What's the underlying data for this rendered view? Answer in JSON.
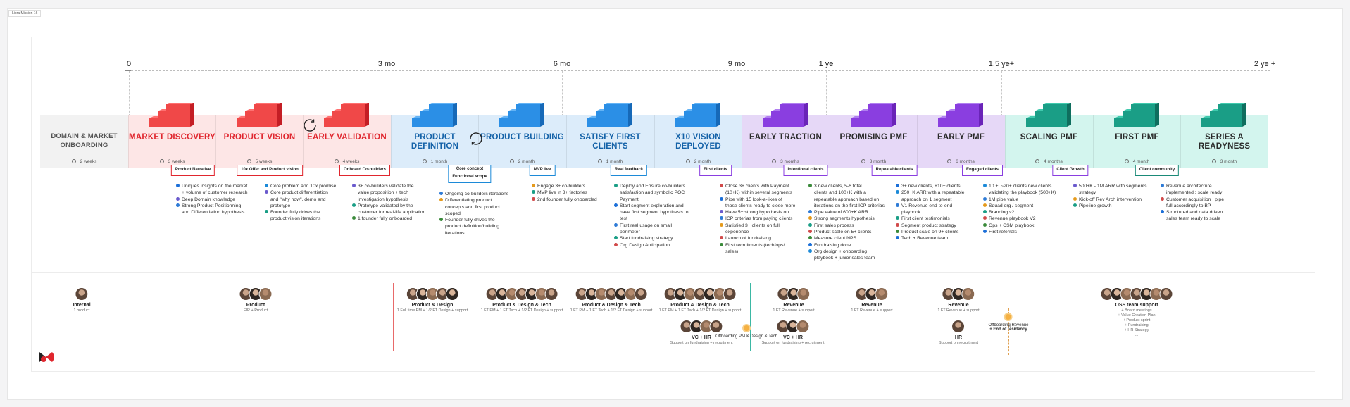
{
  "frame_label": "Libra Mission 16",
  "timeline": {
    "ticks": [
      "0",
      "3 mo",
      "6 mo",
      "9 mo",
      "1 ye",
      "1.5 ye+",
      "2 ye +"
    ]
  },
  "phases": [
    {
      "title": "DOMAIN & MARKET ONBOARDING",
      "duration": "2 weeks",
      "color": "#777777",
      "bg": "#f2f2f2",
      "stairs": false
    },
    {
      "title": "MARKET DISCOVERY",
      "duration": "3 weeks",
      "color": "#e0262e",
      "bg": "#fde6e6",
      "stairs": true
    },
    {
      "title": "PRODUCT VISION",
      "duration": "5 weeks",
      "color": "#e0262e",
      "bg": "#fde6e6",
      "stairs": true
    },
    {
      "title": "EARLY VALIDATION",
      "duration": "4 weeks",
      "color": "#e0262e",
      "bg": "#fde6e6",
      "stairs": true
    },
    {
      "title": "PRODUCT DEFINITION",
      "duration": "1 month",
      "color": "#1462a8",
      "bg": "#dcecfa",
      "stairs": true
    },
    {
      "title": "PRODUCT BUILDING",
      "duration": "2 month",
      "color": "#1462a8",
      "bg": "#dcecfa",
      "stairs": true
    },
    {
      "title": "SATISFY FIRST CLIENTS",
      "duration": "1 month",
      "color": "#1462a8",
      "bg": "#dcecfa",
      "stairs": true
    },
    {
      "title": "X10 VISION DEPLOYED",
      "duration": "2 month",
      "color": "#1462a8",
      "bg": "#dcecfa",
      "stairs": true
    },
    {
      "title": "EARLY TRACTION",
      "duration": "3 months",
      "color": "#2a2a2a",
      "bg": "#e6d8f7",
      "stairs": true
    },
    {
      "title": "PROMISING PMF",
      "duration": "3 month",
      "color": "#2a2a2a",
      "bg": "#e6d8f7",
      "stairs": true
    },
    {
      "title": "EARLY PMF",
      "duration": "6 months",
      "color": "#2a2a2a",
      "bg": "#e6d8f7",
      "stairs": true
    },
    {
      "title": "SCALING PMF",
      "duration": "4 months",
      "color": "#2a2a2a",
      "bg": "#d3f5ee",
      "stairs": true
    },
    {
      "title": "FIRST PMF",
      "duration": "4 month",
      "color": "#2a2a2a",
      "bg": "#d3f5ee",
      "stairs": true
    },
    {
      "title": "SERIES A READYNESS",
      "duration": "3 month",
      "color": "#2a2a2a",
      "bg": "#d3f5ee",
      "stairs": true
    }
  ],
  "milestones": [
    {
      "label": "Product Narrative",
      "color": "#e0262e"
    },
    {
      "label": "10x Offer and Product vision",
      "color": "#e0262e"
    },
    {
      "label": "Onboard Co-builders",
      "color": "#e0262e"
    },
    {
      "label": "Core concept",
      "label2": "Functional scope",
      "color": "#1c8ad8"
    },
    {
      "label": "MVP live",
      "color": "#1c8ad8"
    },
    {
      "label": "Real feedback",
      "color": "#1c8ad8"
    },
    {
      "label": "First clients",
      "color": "#8a3ee0"
    },
    {
      "label": "Intentional clients",
      "color": "#8a3ee0"
    },
    {
      "label": "Repeatable clients",
      "color": "#8a3ee0"
    },
    {
      "label": "Engaged clients",
      "color": "#8a3ee0"
    },
    {
      "label": "Client Growth",
      "color": "#8a3ee0"
    },
    {
      "label": "Client community",
      "color": "#1a8a78"
    }
  ],
  "bullets": [
    [
      "Uniques insights on the market",
      "+ volume of customer research",
      "Deep Domain knowledge",
      "Strong Product Positionning",
      "and  Differentiation hypothesis"
    ],
    [
      "Core problem and 10x promise",
      "Core product differentiation",
      "and \"why now\", demo and",
      "prototype",
      "Founder fully drives the",
      "product vision iterations"
    ],
    [
      "3+ co-builders validate the",
      "value proposition + tech",
      "investigation hypothesis",
      "Prototype validated by the",
      "customer for real-life application",
      "1 founder fully onboarded"
    ],
    [
      "Ongoing co-builders iterations",
      "Differentiating product",
      "concepts and first product",
      "scoped",
      "Founder fully drives the",
      "product definition/building",
      "iterations"
    ],
    [
      "Engage 3+ co-builders",
      "MVP live in 3+ factories",
      "2nd founder fully onboarded"
    ],
    [
      "Deploy and Ensure co-builders",
      "satisfaction and symbolic POC",
      "Payment",
      "Start segment exploration and",
      "have first segment hypothesis to",
      "test",
      "First real usage on small",
      "perimeter",
      "Start fundraising strategy",
      "Org Design Anticipation"
    ],
    [
      "Close 3+ clients with Payment",
      "(10+K) within several segments",
      "Pipe with 15 look-a-likes of",
      "those clients ready to close more",
      "Have 5+ strong hypothesis on",
      "ICP criterias from paying clients",
      "Satisfied 3+ clients on full",
      "experience",
      "Launch of fundraising",
      "First recruitments (tech/ops/",
      "sales)"
    ],
    [
      "3 new clients, 5-6 total",
      "clients and 100+K with a",
      "repeatable approach based on",
      "iterations on the first ICP criterias",
      "Pipe value of 600+K ARR",
      "Strong segments hypothesis",
      "First sales process",
      "Product scale on 5+ clients",
      "Measure client NPS",
      "Fundraising done",
      "Org design + onboarding",
      "playbook + junior sales team"
    ],
    [
      "3+ new clients, +10+ clients,",
      "250+K ARR with a repeatable",
      "approach on 1 segment",
      "V1 Revenue end-to-end",
      "playbook",
      "First client testimonials",
      "Segment product strategy",
      "Product scale on 9+ clients",
      "Tech + Revenue team"
    ],
    [
      "10 +, ~20+ clients new clients",
      "validating the playbook (500+K)",
      "1M pipe value",
      "Squad org / segment",
      "Branding v2",
      "Revenue playbook V2",
      "Ops + CSM playbook",
      "First referrals"
    ],
    [
      "500+K - 1M ARR with segments",
      "strategy",
      "Kick-off Rev Arch intervention",
      "Pipeline growth"
    ],
    [
      "Revenue architecture",
      "implemented : scale ready",
      "",
      "Customer acquisition : pipe",
      "full accordingly to BP",
      "Structured and data driven",
      "sales team ready to scale"
    ]
  ],
  "teams": [
    {
      "name": "Internal",
      "sub": "1 product",
      "avatars": 1
    },
    {
      "name": "Product",
      "sub": "EIR + Product",
      "avatars": 3
    },
    {
      "name": "Product & Design",
      "sub": "1 Full time PM + 1/2 FT Design + support",
      "avatars": 5
    },
    {
      "name": "Product & Design & Tech",
      "sub": "1 FT PM + 1 FT Tech + 1/2 FT Design + support",
      "avatars": 7
    },
    {
      "name": "Product & Design & Tech",
      "sub": "1 FT PM + 1 FT Tech + 1/2 FT Design + support",
      "avatars": 7
    },
    {
      "name": "Product & Design & Tech",
      "sub": "1 FT PM + 1 FT Tech + 1/2 FT Design + support",
      "avatars": 7
    },
    {
      "name": "VC + HR",
      "sub": "Support on fundraising + recruitment",
      "avatars": 4
    },
    {
      "name": "Offboarding PM & Design & Tech",
      "sub": "",
      "avatars": 0
    },
    {
      "name": "Revenue",
      "sub": "1 FT Revenue + support",
      "avatars": 3
    },
    {
      "name": "VC + HR",
      "sub": "Support on fundraising + recruitment",
      "avatars": 3
    },
    {
      "name": "Revenue",
      "sub": "1 FT Revenue + support",
      "avatars": 3
    },
    {
      "name": "Revenue",
      "sub": "1 FT Revenue + support",
      "avatars": 3
    },
    {
      "name": "HR",
      "sub": "Support on recruitment",
      "avatars": 1
    },
    {
      "name": "Offboarding Revenue",
      "name2": "+ End of residency",
      "sub": "",
      "avatars": 0
    },
    {
      "name": "OSS team support",
      "sub": "+ Board meetings",
      "sub_lines": [
        "+ Value Creation Plan",
        "+ Product sprint",
        "+ Fundraising",
        "+ HR Strategy",
        "..."
      ],
      "avatars": 7
    }
  ]
}
